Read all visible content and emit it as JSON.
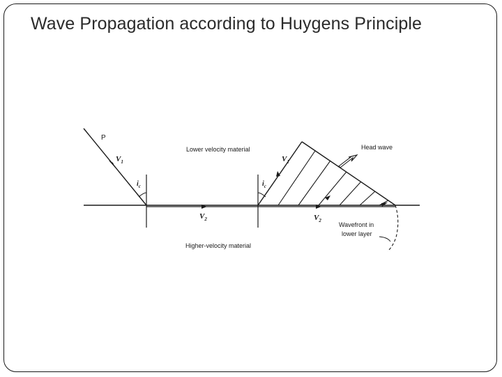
{
  "slide": {
    "title": "Wave Propagation according to Huygens Principle"
  },
  "diagram": {
    "labels": {
      "ray": "P",
      "upper_velocity": "V",
      "upper_velocity_sub": "1",
      "lower_velocity": "V",
      "lower_velocity_sub": "2",
      "critical_angle": "i",
      "critical_angle_sub": "c",
      "upper_material": "Lower velocity material",
      "lower_material": "Higher-velocity material",
      "head_wave": "Head wave",
      "wavefront_line1": "Wavefront in",
      "wavefront_line2": "lower layer"
    }
  }
}
